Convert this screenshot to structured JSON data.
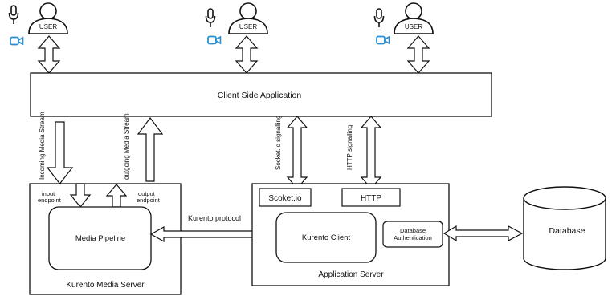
{
  "users": [
    {
      "label": "USER"
    },
    {
      "label": "USER"
    },
    {
      "label": "USER"
    }
  ],
  "client_app": {
    "label": "Client Side Application"
  },
  "streams": {
    "incoming": "Incoming Media Stream",
    "outgoing": "outgoing Media Stream"
  },
  "signaling": {
    "socketio": "Socket.io signalling",
    "http": "HTTP signalling"
  },
  "kms": {
    "label": "Kurento Media Server",
    "input_endpoint": [
      "input",
      "endpoint"
    ],
    "output_endpoint": [
      "output",
      "endpoint"
    ],
    "pipeline": "Media Pipeline"
  },
  "protocol": {
    "label": "Kurento protocol"
  },
  "app_server": {
    "label": "Application Server",
    "socketio_box": "Scoket.io",
    "http_box": "HTTP",
    "client": "Kurento Client",
    "db_auth": [
      "Database",
      "Authentication"
    ]
  },
  "database": {
    "label": "Database"
  },
  "colors": {
    "camera_icon": "#2b8fd6",
    "stroke": "#111111"
  }
}
